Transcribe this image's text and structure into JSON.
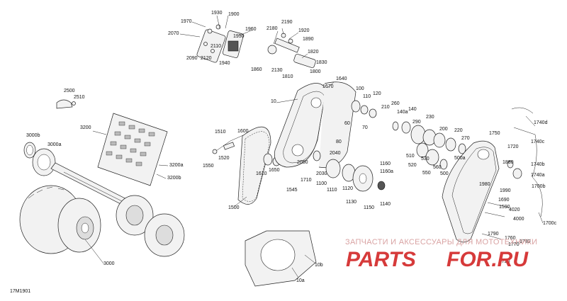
{
  "diagram": {
    "code": "17M1901",
    "watermark": {
      "caption": "ЗАПЧАСТИ И АКСЕССУАРЫ ДЛЯ МОТОТЕХНИКИ",
      "logo_left": "PARTS",
      "logo_right": "FOR.RU",
      "logo_color": "#d63a3a"
    },
    "callouts": [
      "1900",
      "1930",
      "1970",
      "2070",
      "2090",
      "2110",
      "2120",
      "1940",
      "1950",
      "1960",
      "2180",
      "2190",
      "1920",
      "1890",
      "1820",
      "1830",
      "1800",
      "1810",
      "2130",
      "1860",
      "2500",
      "2510",
      "1640",
      "1670",
      "10",
      "100",
      "110",
      "120",
      "210",
      "260",
      "140a",
      "140",
      "290",
      "230",
      "200",
      "220",
      "270",
      "500a",
      "1740d",
      "1740c",
      "1750",
      "1720",
      "1880",
      "1740b",
      "1740a",
      "1700b",
      "3200",
      "3000b",
      "3000a",
      "3200a",
      "3200b",
      "1510",
      "1600",
      "1550",
      "1520",
      "60",
      "70",
      "80",
      "2040",
      "2050",
      "2030",
      "1710",
      "1100",
      "1110",
      "1120",
      "1130",
      "1160",
      "1160a",
      "1150",
      "1140",
      "510",
      "520",
      "530",
      "550",
      "560",
      "500",
      "1610",
      "1650",
      "1545",
      "1500",
      "1980",
      "1990",
      "1690",
      "1590",
      "4020",
      "4000",
      "1700c",
      "1790",
      "1760",
      "1770",
      "1780",
      "1720",
      "3000",
      "10b",
      "10a"
    ]
  }
}
